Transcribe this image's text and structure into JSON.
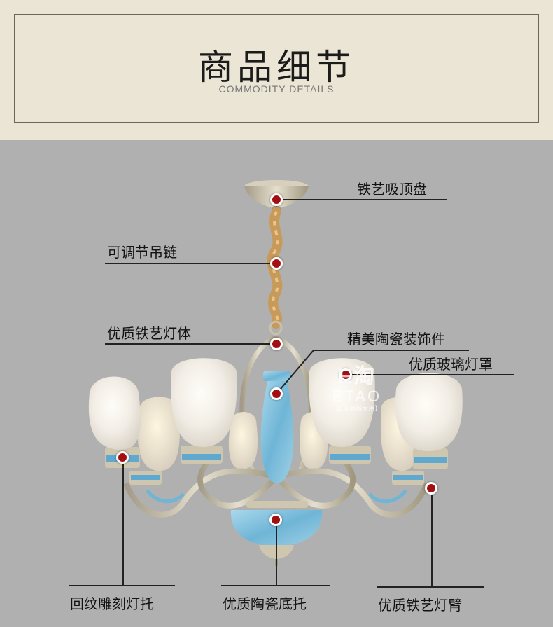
{
  "header": {
    "title": "商品细节",
    "subtitle": "COMMODITY DETAILS"
  },
  "callouts": [
    {
      "id": "ceiling",
      "label": "铁艺吸顶盘"
    },
    {
      "id": "chain",
      "label": "可调节吊链"
    },
    {
      "id": "body",
      "label": "优质铁艺灯体"
    },
    {
      "id": "ceramic",
      "label": "精美陶瓷装饰件"
    },
    {
      "id": "glass",
      "label": "优质玻璃灯罩"
    },
    {
      "id": "holder",
      "label": "回纹雕刻灯托"
    },
    {
      "id": "base",
      "label": "优质陶瓷底托"
    },
    {
      "id": "arm",
      "label": "优质铁艺灯臂"
    }
  ],
  "watermark": {
    "logo": "E淘",
    "brand": "ETAO",
    "note": "【E淘商城专用】"
  },
  "colors": {
    "header_bg": "#ebe5d5",
    "scene_bg": "#b0b0b0",
    "marker": "#a20f12",
    "metal": "#cfc6b0",
    "ceramic_blue": "#8ec7e0",
    "glass": "#f4f0ea"
  }
}
